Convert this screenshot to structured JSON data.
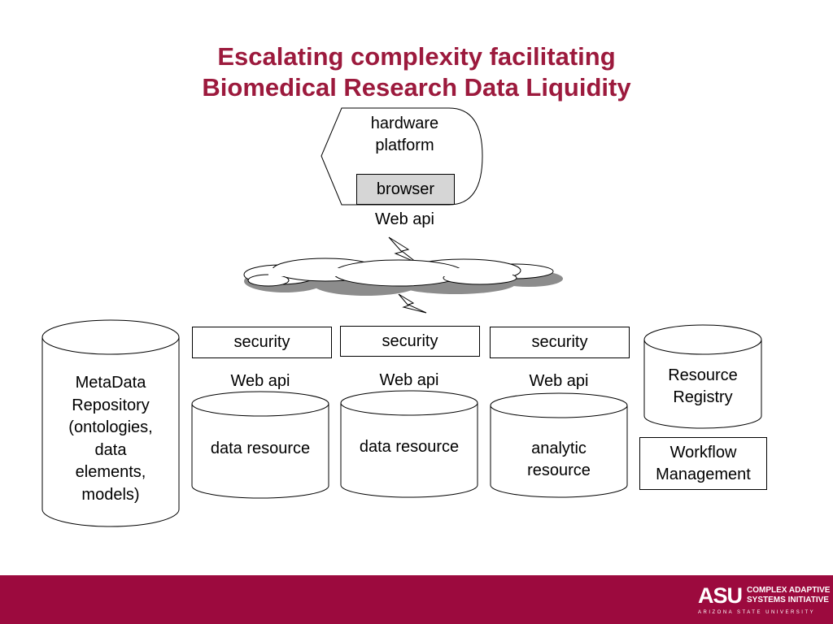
{
  "title": {
    "line1": "Escalating complexity facilitating",
    "line2": "Biomedical Research Data Liquidity"
  },
  "client": {
    "platform_line1": "hardware",
    "platform_line2": "platform",
    "browser": "browser",
    "web_api": "Web api"
  },
  "metadata_repo": {
    "lines": [
      "MetaData",
      "Repository",
      "(ontologies,",
      "data",
      "elements,",
      "models)"
    ]
  },
  "services": [
    {
      "security": "security",
      "web_api": "Web api",
      "resource_line1": "data resource",
      "resource_line2": ""
    },
    {
      "security": "security",
      "web_api": "Web api",
      "resource_line1": "data resource",
      "resource_line2": ""
    },
    {
      "security": "security",
      "web_api": "Web api",
      "resource_line1": "analytic",
      "resource_line2": "resource"
    }
  ],
  "resource_registry": {
    "line1": "Resource",
    "line2": "Registry"
  },
  "workflow": {
    "line1": "Workflow",
    "line2": "Management"
  },
  "colors": {
    "title": "#9c1a3d",
    "footer": "#9c0a3e",
    "browser_fill": "#d6d6d6",
    "cloud_shadow": "#8c8c8c"
  },
  "footer_logo": {
    "mark": "ASU",
    "line1": "COMPLEX ADAPTIVE",
    "line2": "SYSTEMS INITIATIVE",
    "line3": "ARIZONA STATE UNIVERSITY"
  }
}
